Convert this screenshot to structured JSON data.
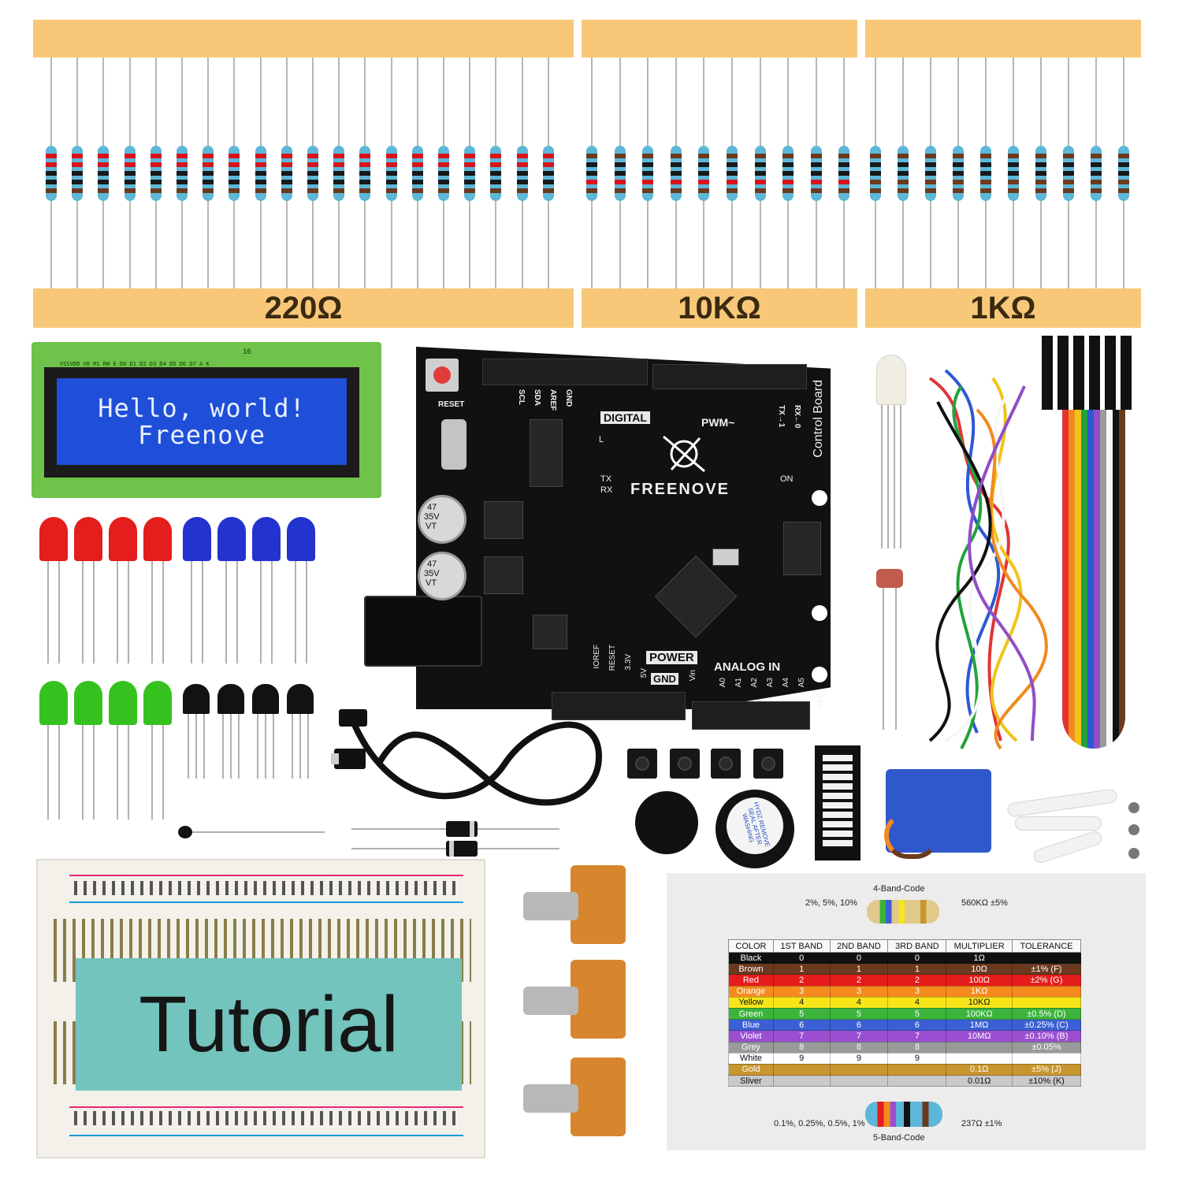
{
  "resistors": {
    "groups": [
      {
        "label": "220Ω",
        "count": 20,
        "bands": [
          "#d8141a",
          "#d8141a",
          "#191919",
          "#191919",
          "#6b3a1e"
        ]
      },
      {
        "label": "10KΩ",
        "count": 10,
        "bands": [
          "#6b3a1e",
          "#191919",
          "#191919",
          "#d8141a",
          "#6b3a1e"
        ]
      },
      {
        "label": "1KΩ",
        "count": 10,
        "bands": [
          "#6b3a1e",
          "#191919",
          "#191919",
          "#6b3a1e",
          "#6b3a1e"
        ]
      }
    ]
  },
  "lcd": {
    "line1": "Hello, world!",
    "line2": "Freenove",
    "pin_labels": "VSSVDD V0  RS RW  E   D0 D1 D2 D3 D4 D5 D6 D7  A  K",
    "pin_number": "16"
  },
  "board": {
    "brand": "FREENOVE",
    "name": "Control Board",
    "version": "V4.0",
    "reset_label": "RESET",
    "digital_label": "DIGITAL",
    "pwm_label": "PWM~",
    "power_label": "POWER",
    "analog_label": "ANALOG IN",
    "gnd_label": "GND",
    "led_l": "L",
    "led_tx": "TX",
    "led_rx": "RX",
    "led_on": "ON",
    "cap1": "47\n35V\nVT",
    "cap_text": "47",
    "cap_volt": "35V",
    "cap_vt": "VT",
    "power_pins": [
      "IOREF",
      "RESET",
      "3.3V",
      "5V",
      "GND",
      "Vin"
    ],
    "analog_pins": [
      "A0",
      "A1",
      "A2",
      "A3",
      "A4",
      "A5"
    ],
    "top_pins": [
      "SCL",
      "SDA",
      "AREF",
      "GND"
    ],
    "tx_arrow": "TX→1",
    "rx_arrow": "RX←0"
  },
  "leds": {
    "colors": [
      "#e41d1d",
      "#2333ce",
      "#35c21f"
    ]
  },
  "buzzer_label": "HYDZ REMOVE SEAL AFTER WASHING",
  "breadboard": {
    "tutorial": "Tutorial",
    "colors": {
      "plus": "#e6277a",
      "minus": "#1c9ad6"
    }
  },
  "color_code": {
    "four_band_title": "4-Band-Code",
    "five_band_title": "5-Band-Code",
    "four_band_left": "2%, 5%, 10%",
    "four_band_right": "560KΩ ±5%",
    "five_band_left": "0.1%, 0.25%, 0.5%, 1%",
    "five_band_right": "237Ω ±1%",
    "headers": [
      "COLOR",
      "1ST BAND",
      "2ND BAND",
      "3RD BAND",
      "MULTIPLIER",
      "TOLERANCE"
    ],
    "rows": [
      {
        "name": "Black",
        "b1": "0",
        "b2": "0",
        "b3": "0",
        "mult": "1Ω",
        "tol": "",
        "tag": "",
        "bg": "#111111",
        "fg": "#ffffff"
      },
      {
        "name": "Brown",
        "b1": "1",
        "b2": "1",
        "b3": "1",
        "mult": "10Ω",
        "tol": "±1%",
        "tag": "(F)",
        "bg": "#6b3a1e",
        "fg": "#ffffff"
      },
      {
        "name": "Red",
        "b1": "2",
        "b2": "2",
        "b3": "2",
        "mult": "100Ω",
        "tol": "±2%",
        "tag": "(G)",
        "bg": "#e61b1b",
        "fg": "#ffffff"
      },
      {
        "name": "Orange",
        "b1": "3",
        "b2": "3",
        "b3": "3",
        "mult": "1KΩ",
        "tol": "",
        "tag": "",
        "bg": "#f58a1f",
        "fg": "#ffffff"
      },
      {
        "name": "Yellow",
        "b1": "4",
        "b2": "4",
        "b3": "4",
        "mult": "10KΩ",
        "tol": "",
        "tag": "",
        "bg": "#f7e51a",
        "fg": "#111111"
      },
      {
        "name": "Green",
        "b1": "5",
        "b2": "5",
        "b3": "5",
        "mult": "100KΩ",
        "tol": "±0.5%",
        "tag": "(D)",
        "bg": "#3cb43c",
        "fg": "#ffffff"
      },
      {
        "name": "Blue",
        "b1": "6",
        "b2": "6",
        "b3": "6",
        "mult": "1MΩ",
        "tol": "±0.25%",
        "tag": "(C)",
        "bg": "#3b5fd4",
        "fg": "#ffffff"
      },
      {
        "name": "Violet",
        "b1": "7",
        "b2": "7",
        "b3": "7",
        "mult": "10MΩ",
        "tol": "±0.10%",
        "tag": "(B)",
        "bg": "#9b4fd0",
        "fg": "#ffffff"
      },
      {
        "name": "Grey",
        "b1": "8",
        "b2": "8",
        "b3": "8",
        "mult": "",
        "tol": "±0.05%",
        "tag": "",
        "bg": "#9a9a9a",
        "fg": "#ffffff"
      },
      {
        "name": "White",
        "b1": "9",
        "b2": "9",
        "b3": "9",
        "mult": "",
        "tol": "",
        "tag": "",
        "bg": "#ffffff",
        "fg": "#111111"
      },
      {
        "name": "Gold",
        "b1": "",
        "b2": "",
        "b3": "",
        "mult": "0.1Ω",
        "tol": "±5%",
        "tag": "(J)",
        "bg": "#c8962e",
        "fg": "#ffffff"
      },
      {
        "name": "Sliver",
        "b1": "",
        "b2": "",
        "b3": "",
        "mult": "0.01Ω",
        "tol": "±10%",
        "tag": "(K)",
        "bg": "#c9c9c9",
        "fg": "#111111"
      }
    ]
  }
}
